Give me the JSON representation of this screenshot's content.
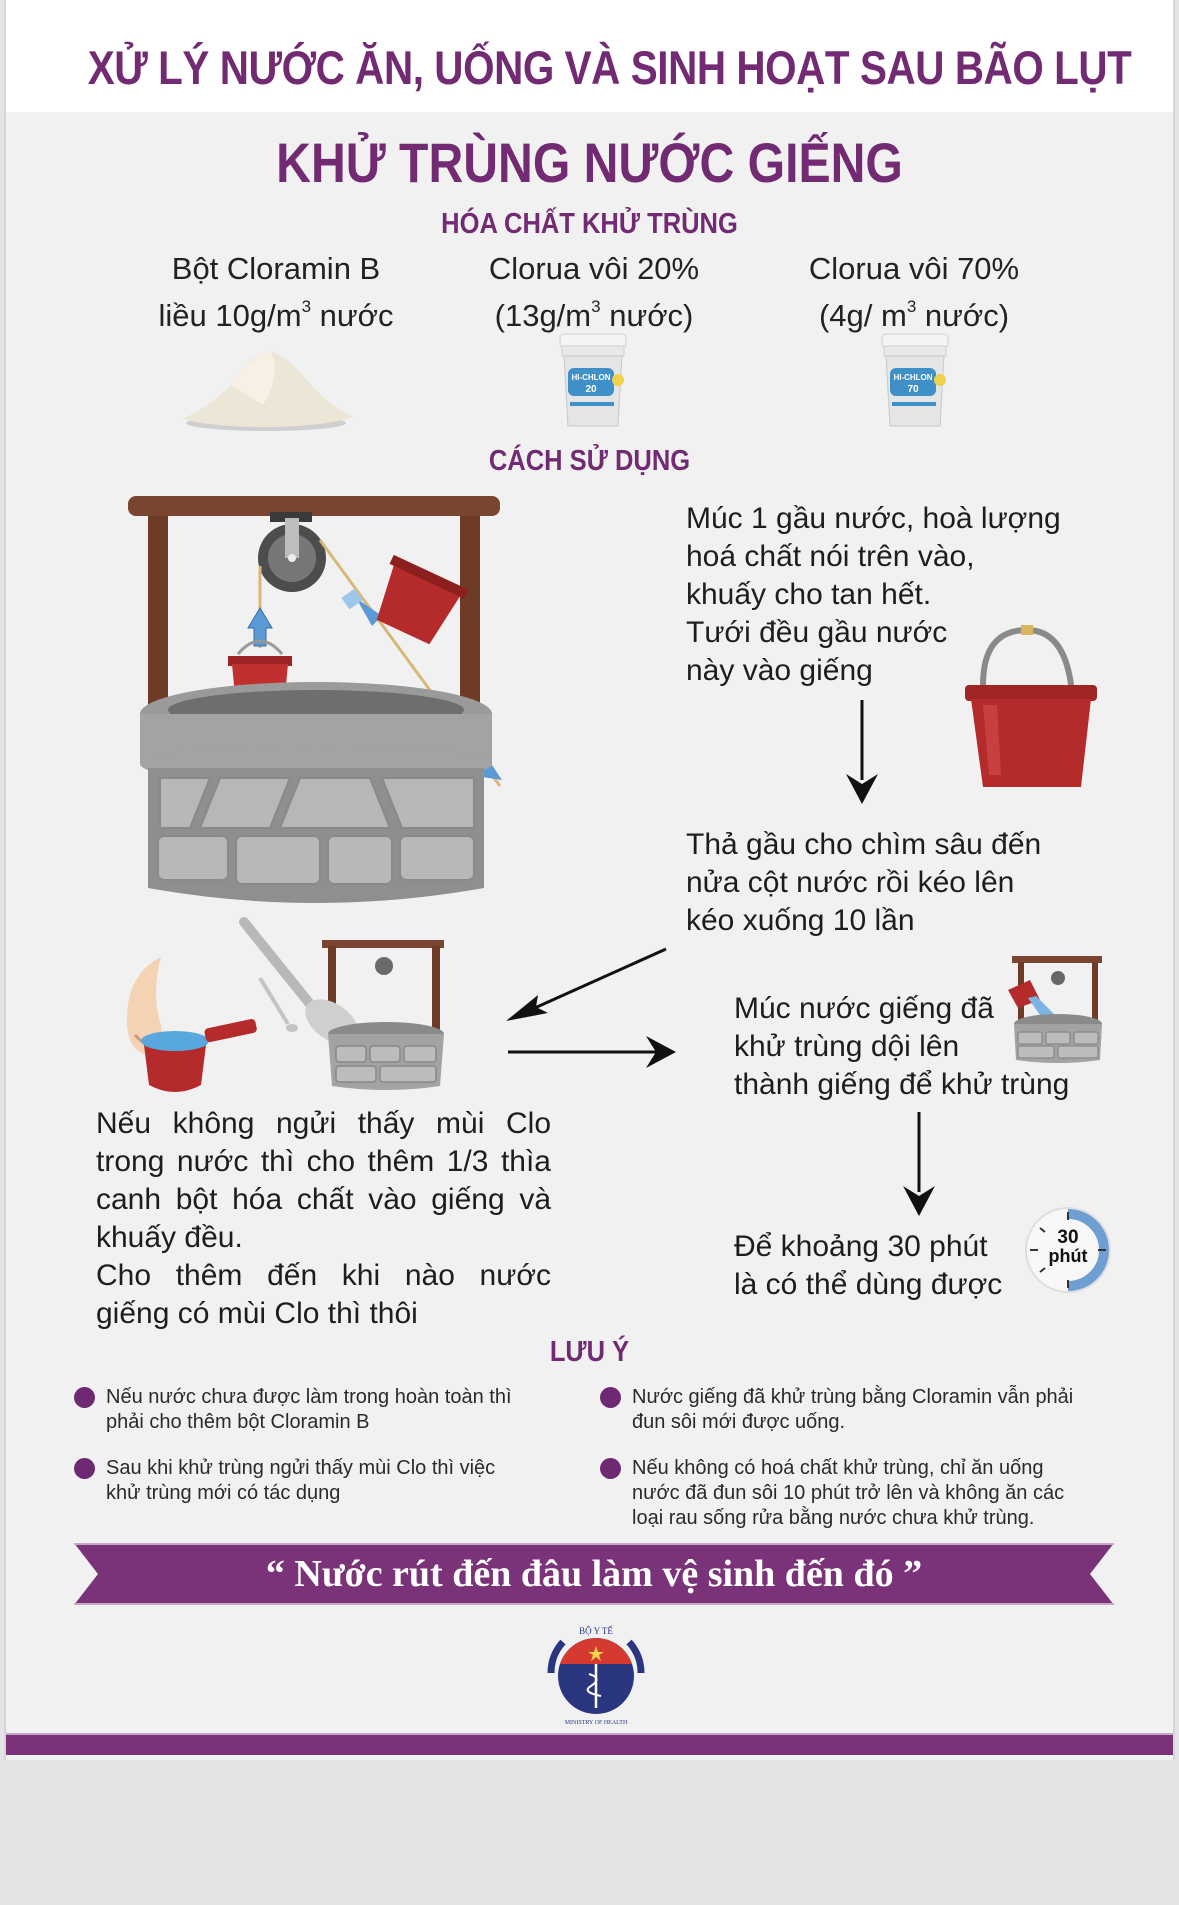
{
  "header": {
    "title": "XỬ LÝ NƯỚC ĂN, UỐNG VÀ SINH HOẠT SAU BÃO LỤT"
  },
  "main_title": "KHỬ TRÙNG NƯỚC GIẾNG",
  "chemicals": {
    "heading": "HÓA CHẤT KHỬ TRÙNG",
    "items": [
      {
        "name": "Bột Cloramin B",
        "dose_prefix": "liều 10g/m",
        "dose_sup": "3",
        "dose_suffix": " nước",
        "image": "powder-pile"
      },
      {
        "name": "Clorua vôi 20%",
        "dose_prefix": "(13g/m",
        "dose_sup": "3",
        "dose_suffix": " nước)",
        "image": "bucket-hi-chlon-20",
        "label_line1": "HI-CHLON",
        "label_line2": "20"
      },
      {
        "name": "Clorua vôi 70%",
        "dose_prefix": "(4g/ m",
        "dose_sup": "3",
        "dose_suffix": " nước)",
        "image": "bucket-hi-chlon-70",
        "label_line1": "HI-CHLON",
        "label_line2": "70"
      }
    ]
  },
  "usage": {
    "heading": "CÁCH SỬ DỤNG",
    "steps": [
      {
        "lines": [
          "Múc 1 gầu nước, hoà lượng",
          "hoá chất nói trên vào,",
          "khuấy cho tan hết.",
          "Tưới đều gầu nước",
          "này vào giếng"
        ]
      },
      {
        "lines": [
          "Thả gầu cho chìm sâu đến",
          "nửa cột nước rồi kéo lên",
          "kéo xuống 10 lần"
        ]
      },
      {
        "lines": [
          "Múc nước giếng đã",
          "khử trùng dội lên",
          "thành giếng để khử trùng"
        ]
      },
      {
        "lines": [
          "Để khoảng 30 phút",
          "là có thể dùng được"
        ]
      }
    ],
    "timer": {
      "value": "30",
      "unit": "phút"
    },
    "left_paragraph": {
      "part1": "Nếu không ngửi thấy mùi Clo trong nước thì cho thêm  1/3 thìa canh bột hóa chất vào giếng và khuấy đều.",
      "part2": "Cho thêm đến khi nào nước giếng có mùi Clo thì thôi"
    }
  },
  "notes": {
    "heading": "LƯU Ý",
    "items": [
      {
        "text_line1": "Nếu nước chưa được làm trong hoàn toàn thì",
        "text_line2": "phải cho thêm bột Cloramin B"
      },
      {
        "text_line1": "Sau khi khử trùng ngửi thấy mùi Clo thì việc",
        "text_line2": "khử trùng mới có tác dụng"
      },
      {
        "text_line1": "Nước giếng đã khử trùng bằng Cloramin vẫn phải",
        "text_line2": "đun sôi mới được uống."
      },
      {
        "text_line1": "Nếu không có hoá chất khử trùng, chỉ ăn uống",
        "text_line2": "nước đã đun sôi 10 phút trở lên và không ăn các",
        "text_line3": "loại rau sống rửa bằng nước chưa khử trùng."
      }
    ]
  },
  "banner": {
    "text": "“ Nước rút đến đâu làm vệ sinh đến đó  ”"
  },
  "logo": {
    "top_text": "BỘ Y TẾ",
    "bottom_text": "MINISTRY OF HEALTH"
  },
  "colors": {
    "brand_purple": "#722a73",
    "banner_purple": "#7a3278",
    "page_bg": "#f1f1f1",
    "header_bg": "#ffffff",
    "bucket_red": "#b52a2a",
    "stone_gray": "#a9a9a9",
    "wood_brown": "#6e3b26",
    "logo_navy": "#2b3680",
    "logo_red": "#d43a2f"
  }
}
